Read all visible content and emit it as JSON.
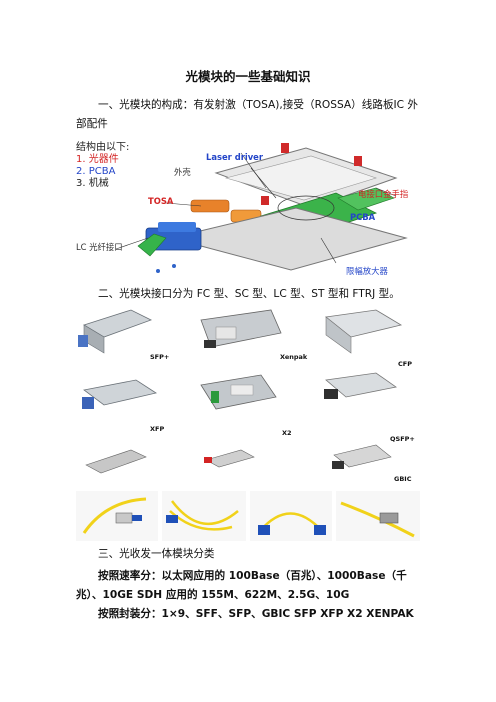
{
  "doc": {
    "title": "光模块的一些基础知识",
    "p1": "一、光模块的构成：有发射激（TOSA),接受（ROSSA）线路板IC 外部配件",
    "p2": "二、光模块接口分为 FC 型、SC 型、LC 型、ST 型和 FTRJ 型。",
    "p3": "三、光收发一体模块分类",
    "p4": "按照速率分：以太网应用的 100Base（百兆）、1000Base（千兆）、10GE SDH 应用的 155M、622M、2.5G、10G",
    "p5": "按照封装分：1×9、SFF、SFP、GBIC SFP XFP X2 XENPAK"
  },
  "figure1": {
    "legend_title": "结构由以下:",
    "legend_items": [
      "1. 光器件",
      "2. PCBA",
      "3. 机械"
    ],
    "labels": {
      "housing": "外壳",
      "laser_driver": "Laser driver",
      "tosa": "TOSA",
      "edge_connector": "电接口金手指",
      "pcba": "PCBA",
      "lc_port": "LC 光纤接口",
      "limiting_amp": "限幅放大器"
    }
  },
  "figure2": {
    "modules": [
      "SFP+",
      "Xenpak",
      "CFP",
      "XFP",
      "X2",
      "QSFP+",
      "GBIC"
    ]
  },
  "colors": {
    "accent_red": "#d32424",
    "accent_blue": "#2345c8",
    "tosa_orange": "#e8822a",
    "pcba_green": "#3bb34a",
    "cable_yellow": "#f1d21a"
  }
}
